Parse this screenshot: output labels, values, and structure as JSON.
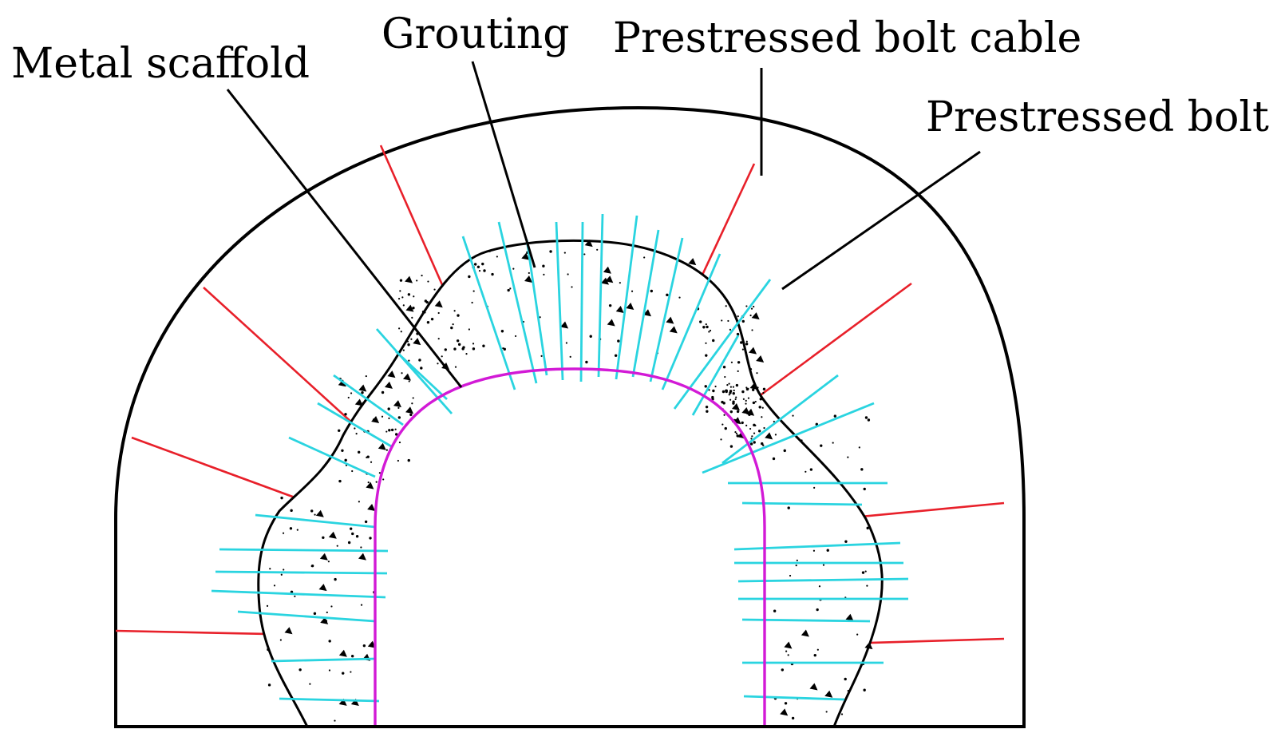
{
  "labels": {
    "metal_scaffold": "Metal scaffold",
    "grouting": "Grouting",
    "prestressed_bolt_cable": "Prestressed bolt cable",
    "prestressed_bolt": "Prestressed bolt"
  },
  "colors": {
    "outline": "#000000",
    "cable": "#e8202a",
    "bolt": "#2ad4e0",
    "scaffold": "#d21ad6",
    "grout_particles": "#000000",
    "background": "#ffffff"
  }
}
